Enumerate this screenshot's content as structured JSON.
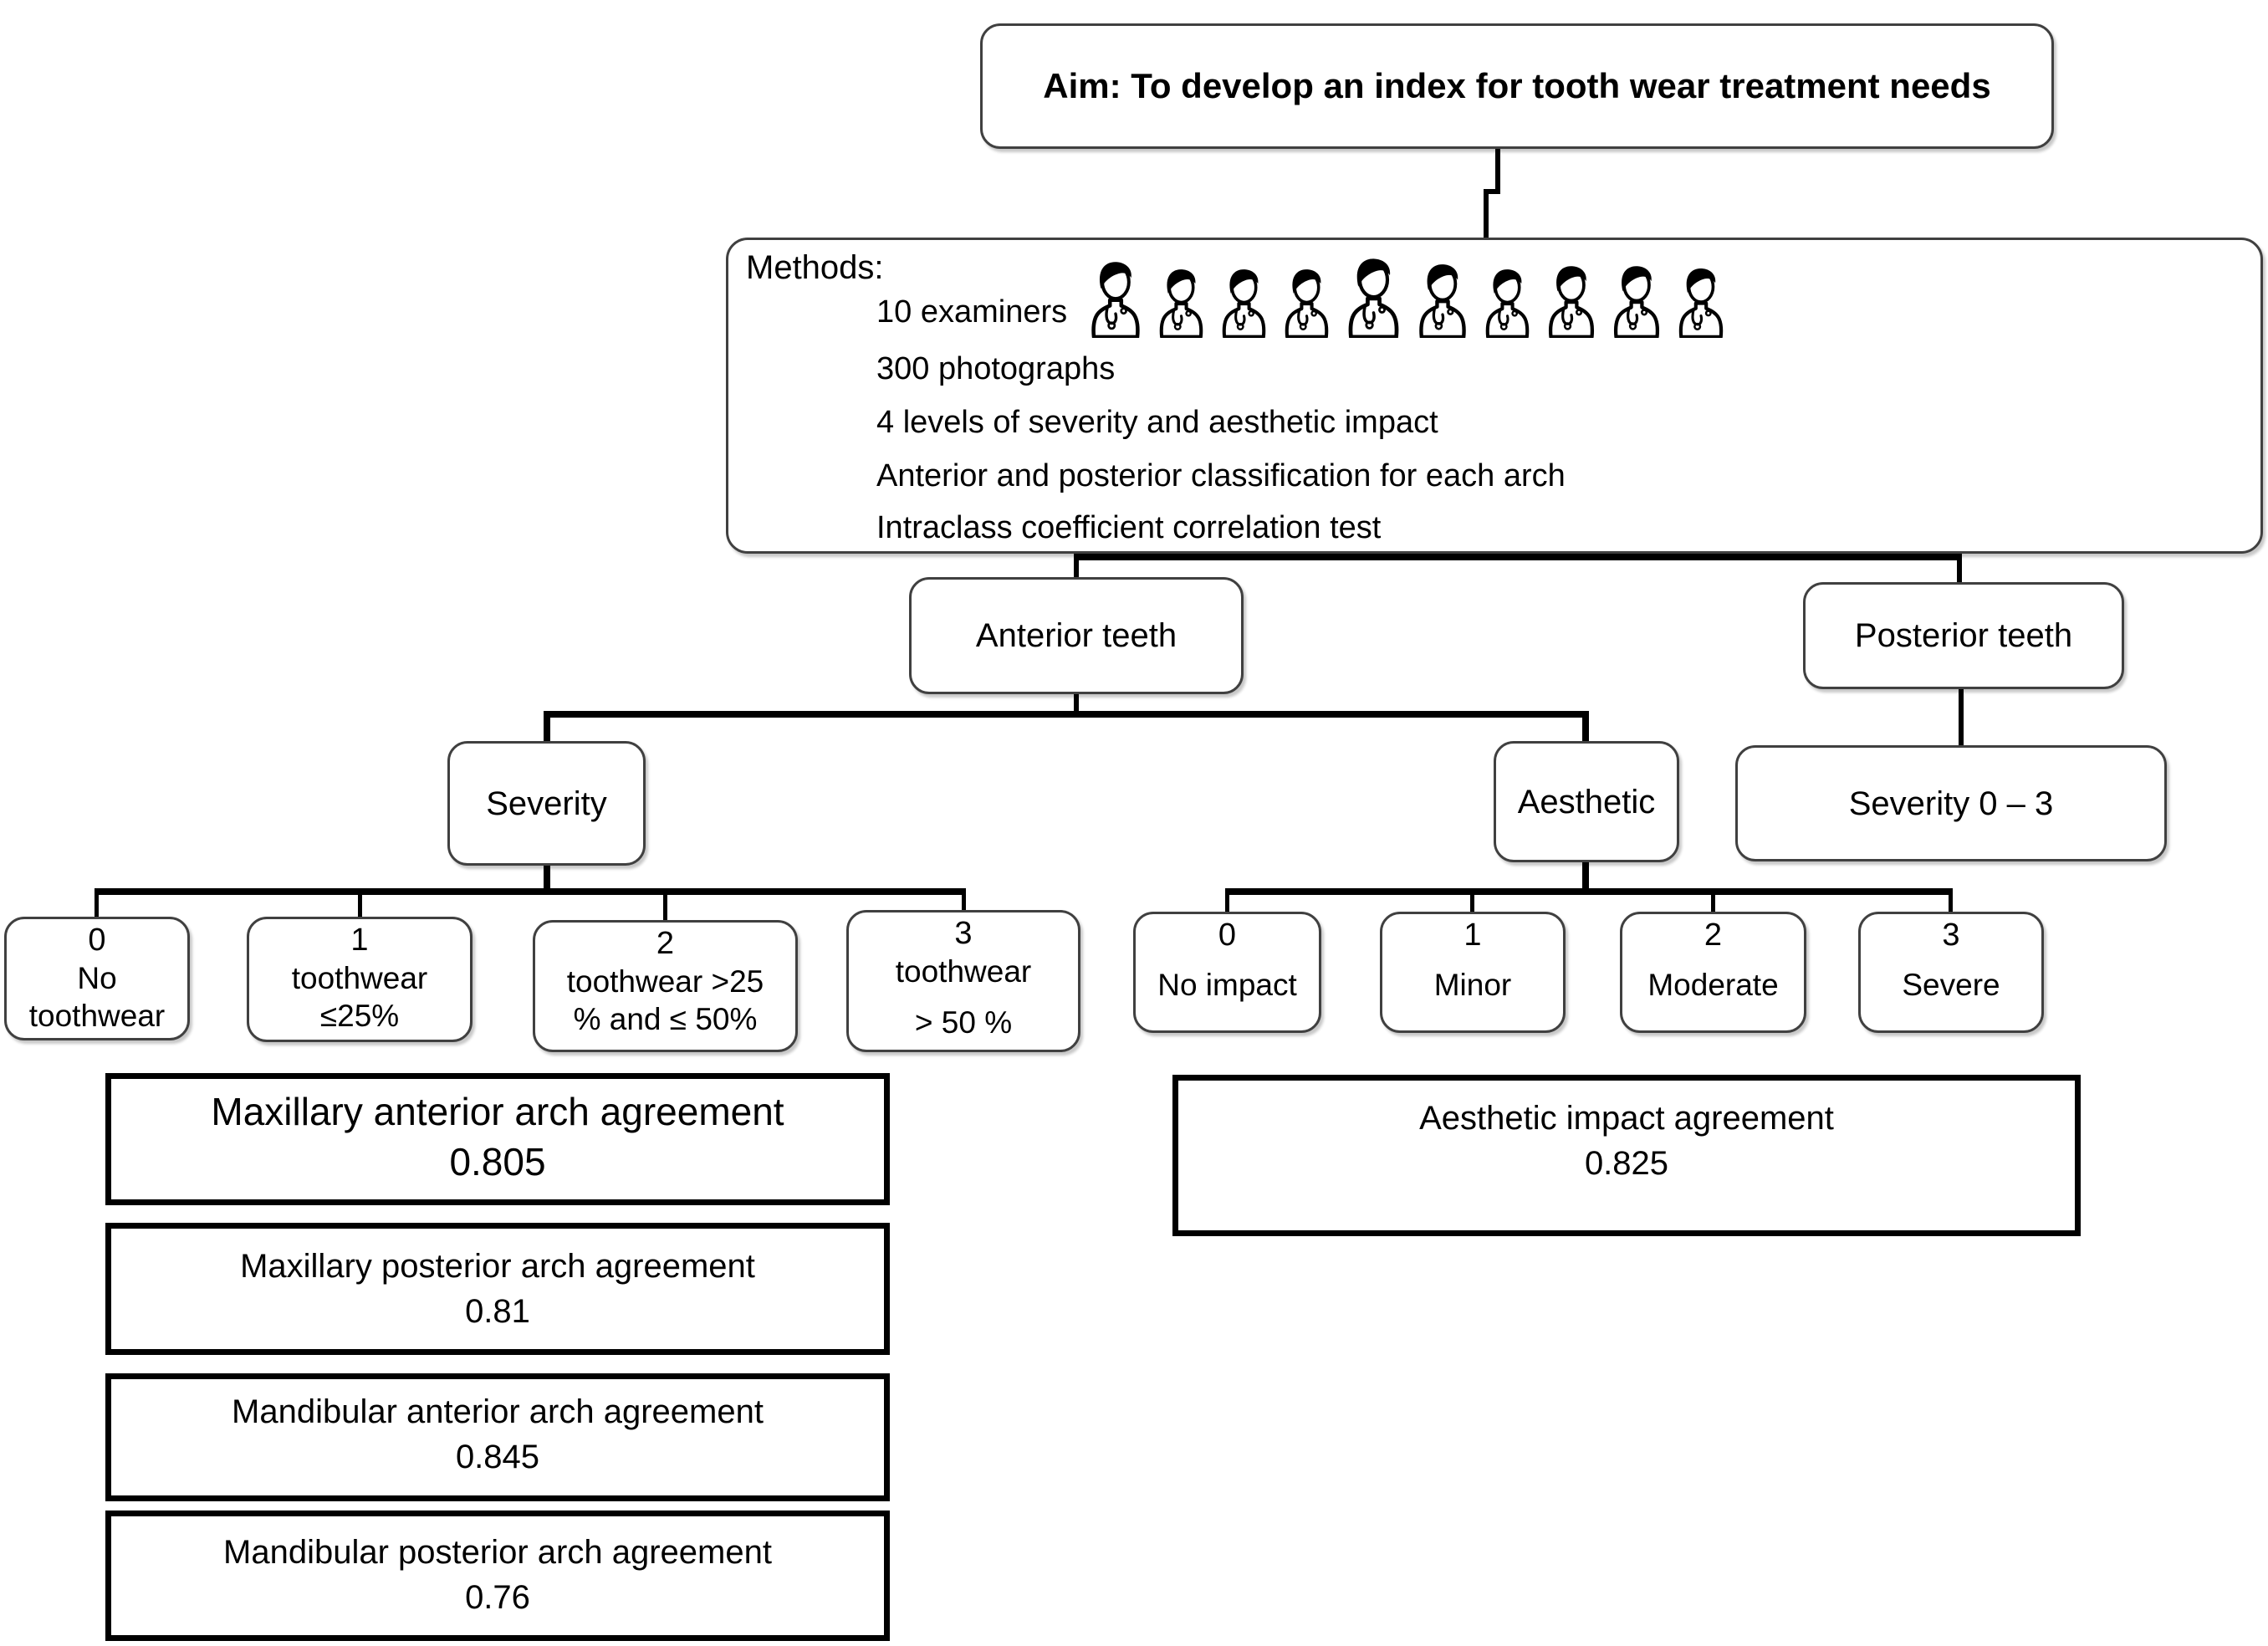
{
  "aim": {
    "text": "Aim: To develop an index for tooth wear treatment needs"
  },
  "methods": {
    "label": "Methods:",
    "items": [
      "10 examiners",
      "300 photographs",
      "4 levels of severity and aesthetic impact",
      "Anterior and posterior classification for each arch",
      "Intraclass coefficient correlation test"
    ],
    "examiner_count": 10,
    "examiner_icon": "doctor-person-icon"
  },
  "branches": {
    "anterior": {
      "label": "Anterior teeth"
    },
    "posterior": {
      "label": "Posterior teeth"
    },
    "severity": {
      "label": "Severity"
    },
    "aesthetic": {
      "label": "Aesthetic"
    },
    "posterior_severity": {
      "label": "Severity 0 – 3"
    }
  },
  "severity_levels": [
    {
      "code": "0",
      "lines": [
        "No",
        "toothwear"
      ]
    },
    {
      "code": "1",
      "lines": [
        "toothwear",
        "≤25%"
      ]
    },
    {
      "code": "2",
      "lines": [
        "toothwear >25",
        "% and ≤ 50%"
      ]
    },
    {
      "code": "3",
      "lines": [
        "toothwear",
        "> 50 %"
      ]
    }
  ],
  "aesthetic_levels": [
    {
      "code": "0",
      "label": "No impact"
    },
    {
      "code": "1",
      "label": "Minor"
    },
    {
      "code": "2",
      "label": "Moderate"
    },
    {
      "code": "3",
      "label": "Severe"
    }
  ],
  "agreements": [
    {
      "label": "Maxillary anterior arch agreement",
      "value": "0.805"
    },
    {
      "label": "Maxillary posterior arch agreement",
      "value": "0.81"
    },
    {
      "label": "Mandibular anterior arch agreement",
      "value": "0.845"
    },
    {
      "label": "Mandibular posterior arch agreement",
      "value": "0.76"
    }
  ],
  "aesthetic_agreement": {
    "label": "Aesthetic impact agreement",
    "value": "0.825"
  },
  "colors": {
    "background": "#ffffff",
    "text": "#000000",
    "node_border": "#404040",
    "result_border": "#000000",
    "connector": "#000000"
  }
}
